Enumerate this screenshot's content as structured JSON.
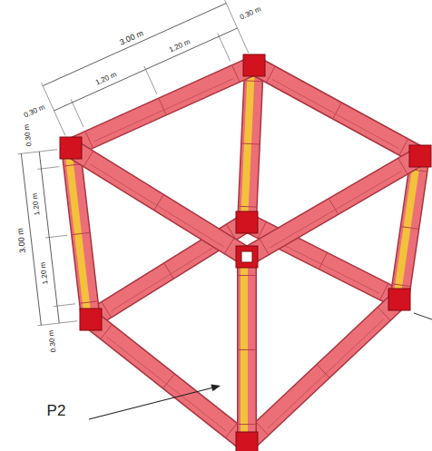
{
  "diagram": {
    "labels": [
      "3.00 m",
      "0.30 m",
      "1.20 m",
      "1.20 m",
      "0.30 m",
      "0.30 m",
      "1.20 m",
      "1.20 m",
      "0.30 m",
      "3.00 m",
      "P2"
    ]
  }
}
